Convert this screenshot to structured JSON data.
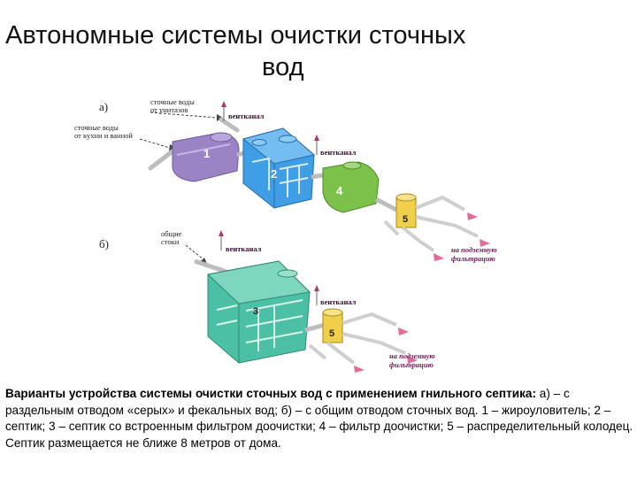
{
  "title": {
    "line1": "Автономные системы очистки сточных",
    "line2": "вод"
  },
  "diagram": {
    "section_a": "а)",
    "section_b": "б)",
    "a_inlet_kitchen": [
      "сточные воды",
      "от унитазов"
    ],
    "a_inlet_grey": [
      "сточные воды",
      "от кухни и ванной"
    ],
    "vent": "вентканал",
    "filtration": [
      "на подземную",
      "фильтрацию"
    ],
    "b_inlet": [
      "общие",
      "стоки"
    ],
    "num_1": "1",
    "num_2": "2",
    "num_3": "3",
    "num_4": "4",
    "num_5": "5",
    "colors": {
      "purple": "#9a84c6",
      "blue": "#3f9ee6",
      "green": "#7cc24a",
      "teal": "#4cc0a4",
      "yellow": "#f0d04a",
      "arrow": "#e36a9a"
    }
  },
  "caption": {
    "bold": "Варианты устройства системы очистки сточных вод с применением гнильного септика:",
    "text": " а) – с раздельным отводом «серых» и фекальных вод; б) – с общим отводом сточных вод. 1 – жироуловитель; 2 –септик; 3 – септик со встроенным фильтром доочистки; 4 – фильтр доочистки; 5 – распределительный колодец.",
    "line_last": "Септик размещается не ближе 8 метров от дома."
  }
}
